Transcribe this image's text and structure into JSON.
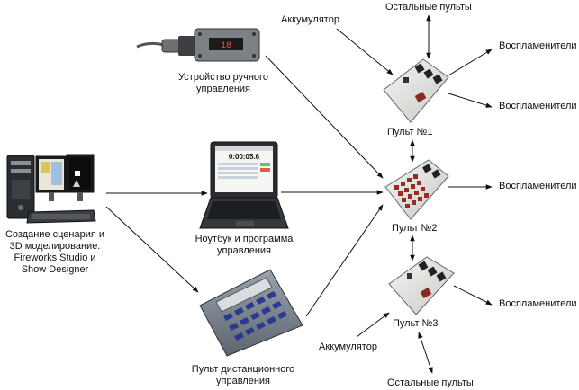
{
  "nodes": {
    "pc": {
      "label": "Создание сценария и\n3D моделирование:\nFireworks Studio и\nShow Designer"
    },
    "manual_device": {
      "label": "Устройство ручного\nуправления",
      "display": "18"
    },
    "laptop": {
      "label": "Ноутбук и программа\nуправления",
      "screen_time": "0:00:05.6"
    },
    "remote_pult": {
      "label": "Пульт дистанционного\nуправления"
    },
    "pult1": {
      "label": "Пульт №1"
    },
    "pult2": {
      "label": "Пульт №2"
    },
    "pult3": {
      "label": "Пульт №3"
    }
  },
  "labels": {
    "accumulator_top": "Аккумулятор",
    "accumulator_bottom": "Аккумулятор",
    "others_top": "Остальные пульты",
    "others_bottom": "Остальные пульты",
    "igniters_1a": "Воспламенители",
    "igniters_1b": "Воспламенители",
    "igniters_2": "Воспламенители",
    "igniters_3": "Воспламенители"
  },
  "edges": [
    {
      "from": "pc",
      "to": "laptop",
      "direction": "forward"
    },
    {
      "from": "pc",
      "to": "remote_pult",
      "direction": "forward"
    },
    {
      "from": "manual_device",
      "to": "pult2",
      "direction": "forward"
    },
    {
      "from": "laptop",
      "to": "pult2",
      "direction": "forward"
    },
    {
      "from": "remote_pult",
      "to": "pult2",
      "direction": "forward"
    },
    {
      "from": "accumulator_top",
      "to": "pult1",
      "direction": "forward"
    },
    {
      "from": "others_top",
      "to": "pult1",
      "direction": "both"
    },
    {
      "from": "pult1",
      "to": "igniters_1a",
      "direction": "forward"
    },
    {
      "from": "pult1",
      "to": "igniters_1b",
      "direction": "forward"
    },
    {
      "from": "pult1",
      "to": "pult2",
      "direction": "both"
    },
    {
      "from": "pult2",
      "to": "igniters_2",
      "direction": "forward"
    },
    {
      "from": "pult2",
      "to": "pult3",
      "direction": "both"
    },
    {
      "from": "pult3",
      "to": "igniters_3",
      "direction": "forward"
    },
    {
      "from": "accumulator_bottom",
      "to": "pult3",
      "direction": "forward"
    },
    {
      "from": "pult3",
      "to": "others_bottom",
      "direction": "both"
    }
  ]
}
